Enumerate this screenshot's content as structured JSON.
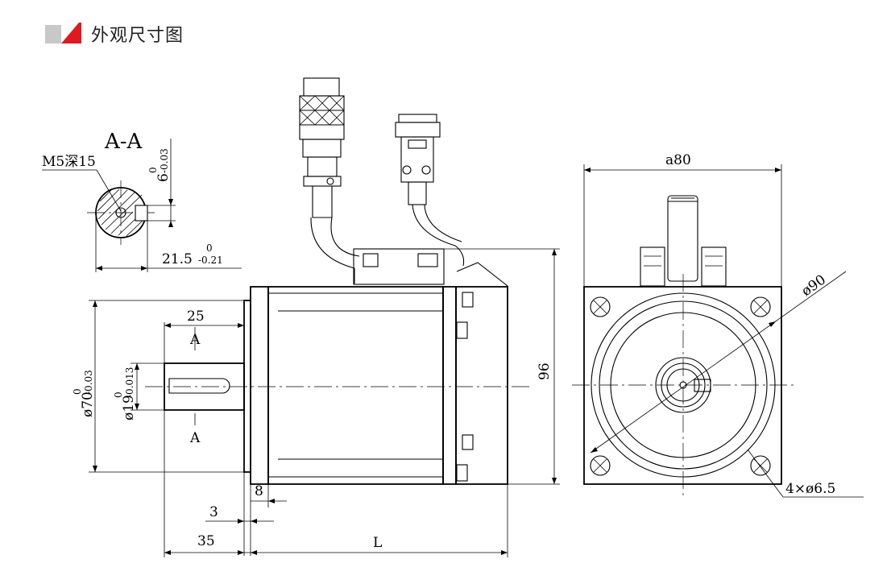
{
  "header": {
    "title": "外观尺寸图",
    "accent_color": "#e0191f",
    "muted_color": "#c8c8c8"
  },
  "section_view": {
    "title": "A-A",
    "thread_label": "M5深15",
    "key_width": "6",
    "key_width_tol_upper": "0",
    "key_width_tol_lower": "-0.03",
    "key_depth": "21.5",
    "key_depth_tol_upper": "0",
    "key_depth_tol_lower": "-0.21"
  },
  "side_view": {
    "shaft_length": "25",
    "section_mark_top": "A",
    "section_mark_bottom": "A",
    "pilot_dia": "ø70",
    "pilot_tol_upper": "0",
    "pilot_tol_lower": "-0.03",
    "shaft_dia": "ø19",
    "shaft_tol_upper": "0",
    "shaft_tol_lower": "-0.013",
    "flange_thickness": "8",
    "pilot_depth": "3",
    "shaft_extension": "35",
    "body_length": "L",
    "total_height": "96"
  },
  "front_view": {
    "flange_square": "a80",
    "bolt_circle": "ø90",
    "mount_holes": "4×ø6.5"
  }
}
